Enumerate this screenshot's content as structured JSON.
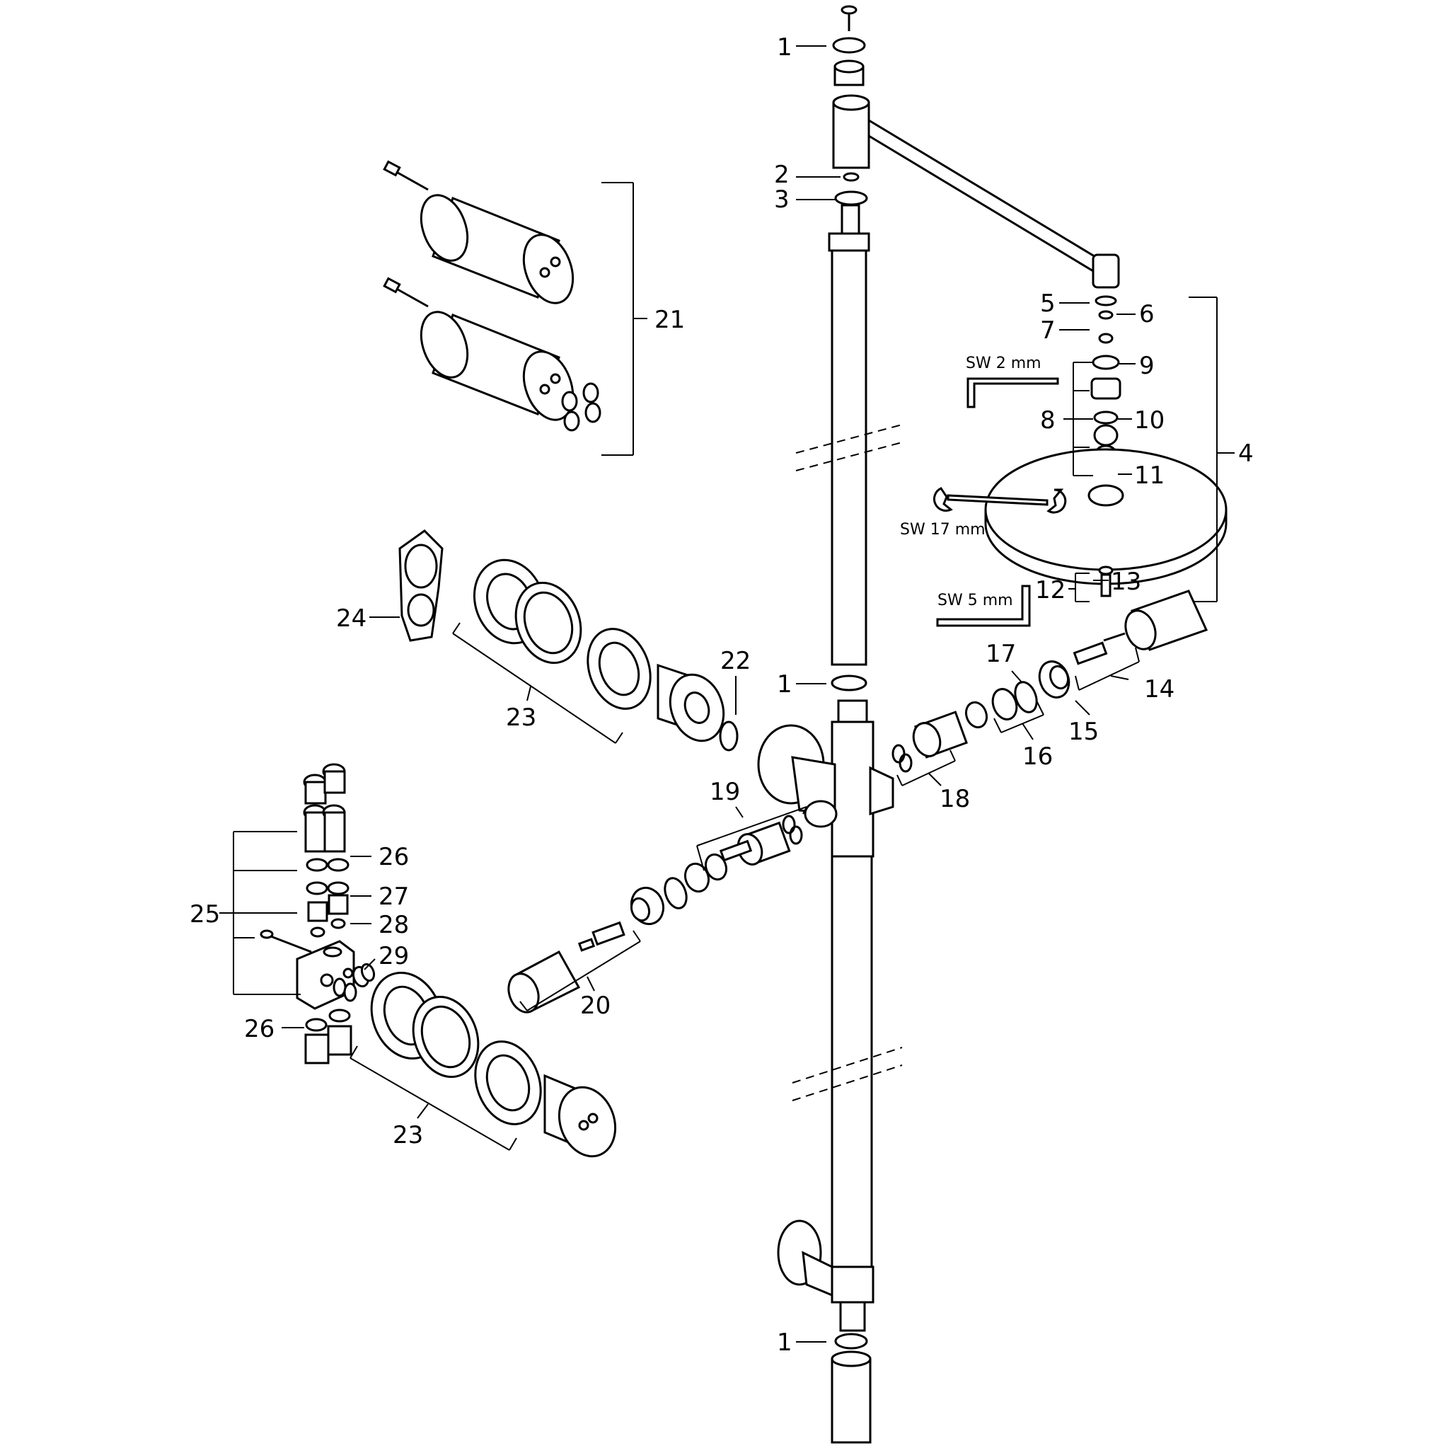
{
  "labels": {
    "l1a": "1",
    "l1b": "1",
    "l1c": "1",
    "l2": "2",
    "l3": "3",
    "l4": "4",
    "l5": "5",
    "l6": "6",
    "l7": "7",
    "l8": "8",
    "l9": "9",
    "l10": "10",
    "l11": "11",
    "l12": "12",
    "l13": "13",
    "l14": "14",
    "l15": "15",
    "l16": "16",
    "l17": "17",
    "l18": "18",
    "l19": "19",
    "l20": "20",
    "l21": "21",
    "l22": "22",
    "l23a": "23",
    "l23b": "23",
    "l24": "24",
    "l25": "25",
    "l26a": "26",
    "l26b": "26",
    "l27": "27",
    "l28": "28",
    "l29": "29"
  },
  "tools": {
    "sw2": "SW 2 mm",
    "sw17": "SW 17 mm",
    "sw5": "SW 5 mm"
  }
}
